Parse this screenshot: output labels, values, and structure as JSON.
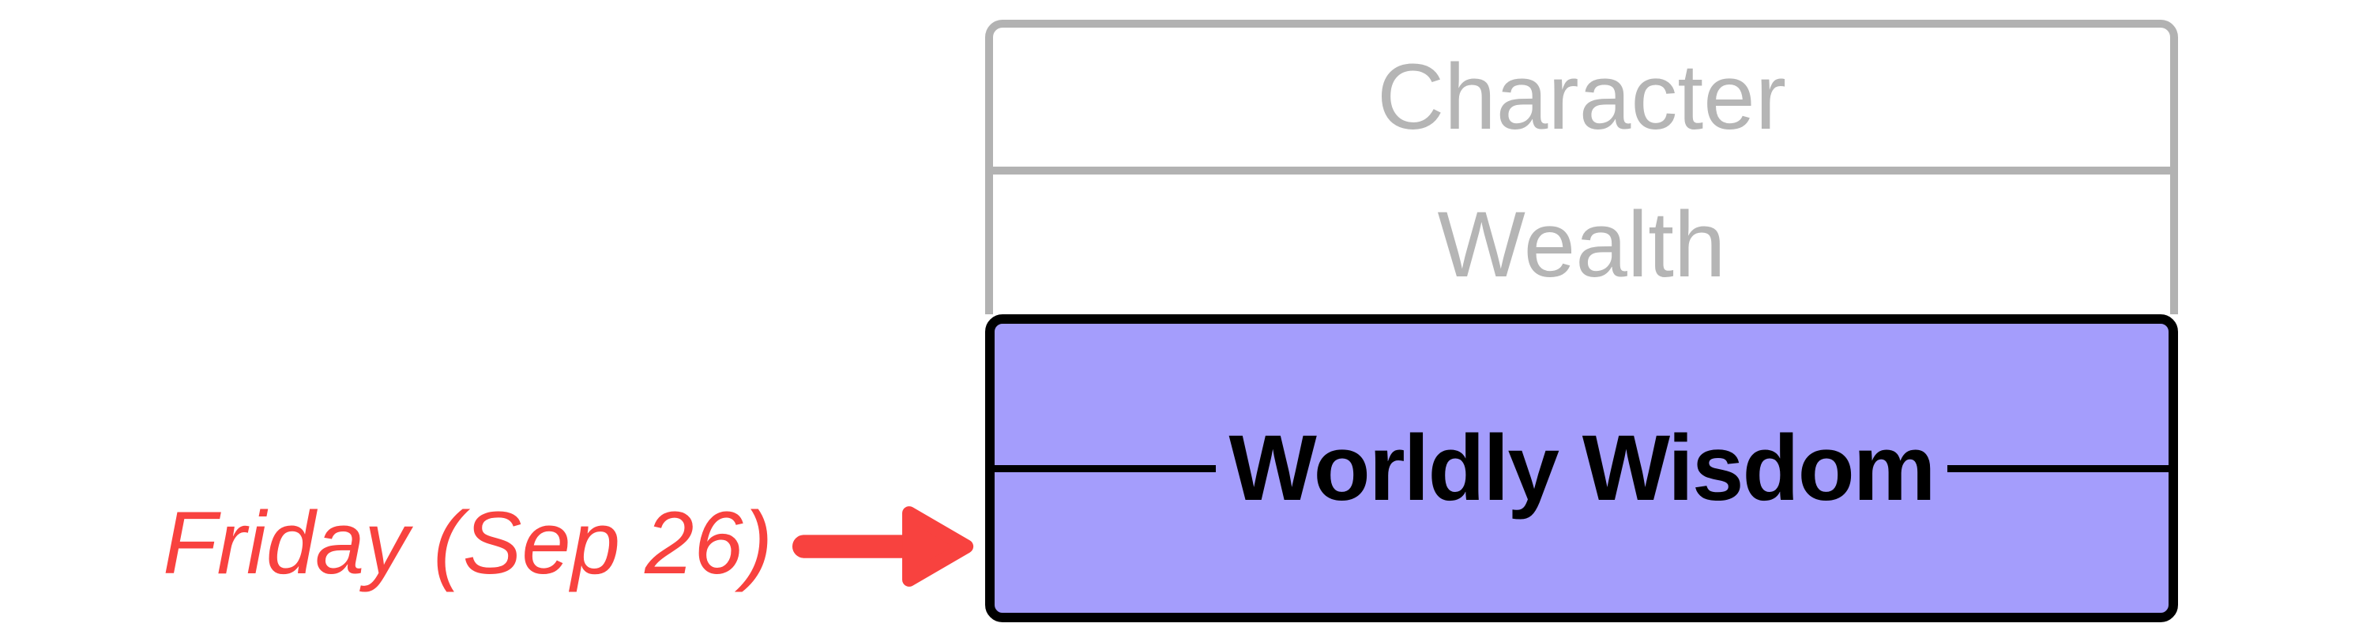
{
  "diagram": {
    "stack": {
      "cells": [
        {
          "label": "Character",
          "state": "upcoming"
        },
        {
          "label": "Wealth",
          "state": "upcoming"
        },
        {
          "label": "Worldly Wisdom",
          "state": "highlighted"
        }
      ]
    },
    "annotation": {
      "label": "Friday (Sep 26)",
      "icon": "right-arrow-icon"
    },
    "colors": {
      "highlight_fill": "#a49dfc",
      "highlight_border": "#000000",
      "inactive_border": "#b2b2b2",
      "inactive_text": "#b5b5b5",
      "annotation_red": "#f8423f"
    }
  }
}
